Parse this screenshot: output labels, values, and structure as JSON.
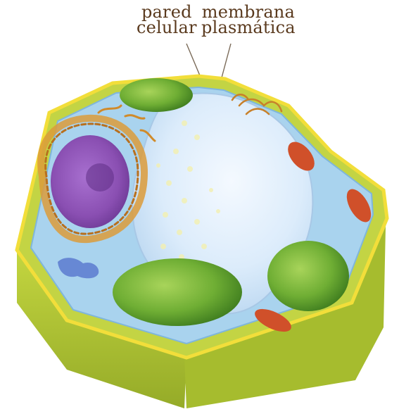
{
  "labels": {
    "cell_wall": {
      "line1": "pared",
      "line2": "celular"
    },
    "plasma_membrane": {
      "line1": "membrana",
      "line2": "plasmática"
    }
  },
  "colors": {
    "label_text": "#5a3a1e",
    "cell_wall_green": "#b8cc3a",
    "cell_wall_dark": "#8fa324",
    "cell_wall_edge": "#f2de3a",
    "cytoplasm": "#a9d3ee",
    "vacuole": "#dcecfb",
    "nucleus": "#8a4fb2",
    "golgi_er": "#d08a2a",
    "chloroplast": "#5e9d2c",
    "mitochondria": "#d0502a"
  },
  "organelle_icons": [
    "nucleus-icon",
    "chloroplast-icon",
    "mitochondrion-icon",
    "vacuole-icon",
    "endoplasmic-reticulum-icon",
    "golgi-icon"
  ]
}
